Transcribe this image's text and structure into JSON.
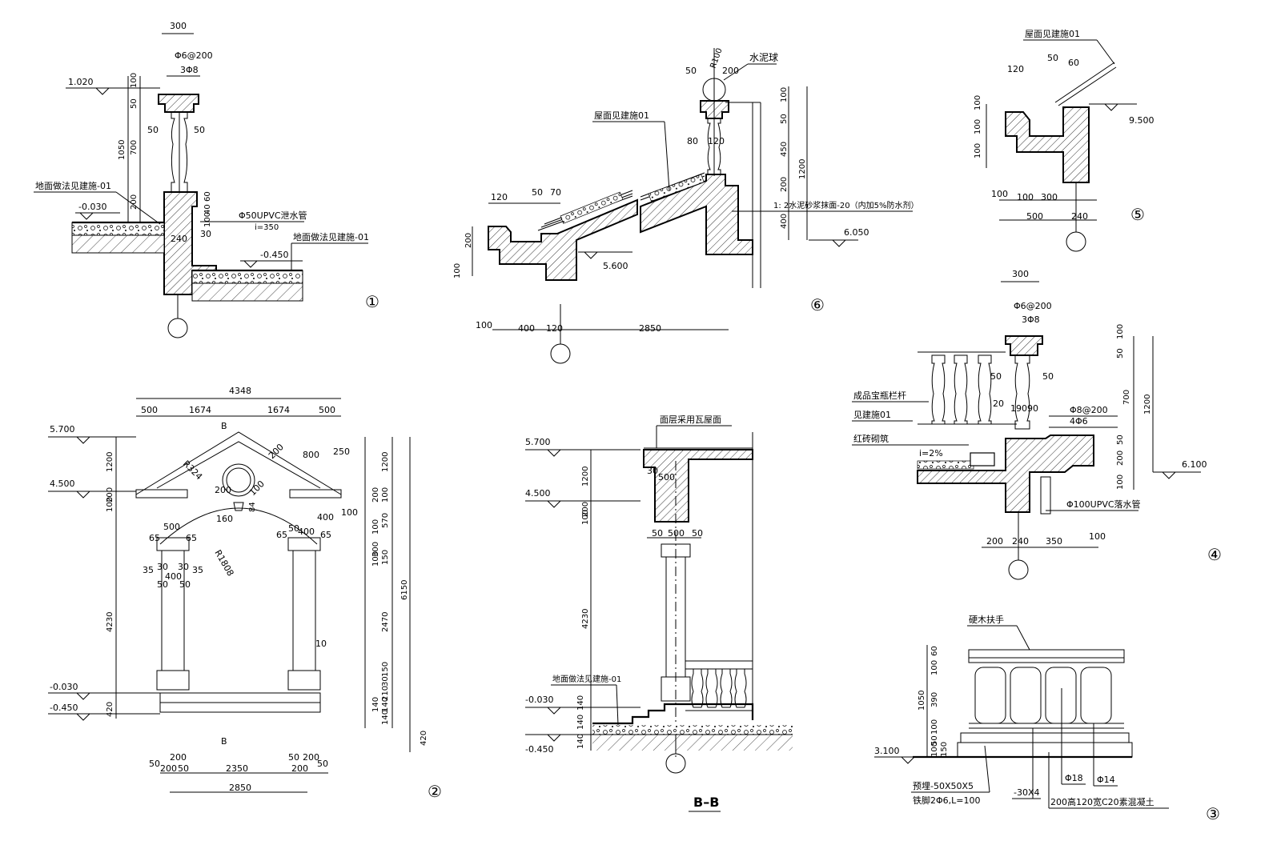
{
  "detail1": {
    "dims": [
      "300",
      "Φ6@200",
      "3Φ8",
      "100",
      "50",
      "1050",
      "700",
      "50",
      "200",
      "50",
      "200",
      "60",
      "40",
      "100",
      "240",
      "30"
    ],
    "elev_top": "1.020",
    "elev_ground": "-0.030",
    "elev_low": "-0.450",
    "note_floor_left": "地面做法见建施-01",
    "note_pipe": "Φ50UPVC泄水管",
    "note_slope": "i=350",
    "note_floor_right": "地面做法见建施-01",
    "index": "①"
  },
  "detail6": {
    "dims_top": [
      "120",
      "50",
      "70"
    ],
    "dims_left": [
      "200",
      "100"
    ],
    "dims_bottom": [
      "100",
      "400",
      "120",
      "2850"
    ],
    "dims_right": [
      "100",
      "50",
      "450",
      "1200",
      "200",
      "400"
    ],
    "dims_ball": [
      "R100",
      "50",
      "200",
      "80",
      "120"
    ],
    "note_ball": "水泥球",
    "note_roof": "屋面见建施01",
    "note_mortar": "1: 2水泥砂浆抹面-20（内加5%防水剂）",
    "elev_eave": "5.600",
    "elev_right": "6.050",
    "index": "⑥"
  },
  "detail5": {
    "note_roof": "屋面见建施01",
    "dims_top": [
      "120",
      "50",
      "60"
    ],
    "dims_left": [
      "100",
      "100",
      "100"
    ],
    "dims_bottom": [
      "100",
      "100",
      "300",
      "500",
      "240"
    ],
    "elev": "9.500",
    "index": "⑤"
  },
  "detail4": {
    "dims_top": [
      "300",
      "Φ6@200",
      "3Φ8"
    ],
    "dims_baluster": [
      "50",
      "20",
      "190",
      "90",
      "50"
    ],
    "rebar1": "Φ8@200",
    "rebar2": "4Φ6",
    "note_baluster": "成品宝瓶栏杆",
    "note_ref": "见建施01",
    "note_brick": "红砖砌筑",
    "note_slope": "i=2%",
    "note_pipe": "Φ100UPVC落水管",
    "dims_right": [
      "100",
      "50",
      "700",
      "1200",
      "50",
      "200",
      "100"
    ],
    "dims_bottom": [
      "200",
      "240",
      "350",
      "100"
    ],
    "elev": "6.100",
    "index": "④"
  },
  "detail2": {
    "dims_top": [
      "4348",
      "500",
      "1674",
      "1674",
      "500"
    ],
    "labels_gable": [
      "R324",
      "200",
      "800",
      "250",
      "200",
      "100",
      "84",
      "160",
      "400",
      "100",
      "500",
      "65",
      "65",
      "65",
      "50",
      "400",
      "65",
      "R1808",
      "35",
      "30",
      "30",
      "35",
      "400",
      "50",
      "50",
      "10"
    ],
    "dims_left": [
      "1200",
      "200",
      "100",
      "4230",
      "420"
    ],
    "dims_right": [
      "1200",
      "200",
      "100",
      "570",
      "100",
      "300",
      "150",
      "100",
      "2470",
      "150",
      "30",
      "210",
      "140",
      "140",
      "140",
      "6150",
      "420"
    ],
    "dims_bottom": [
      "50",
      "200",
      "200",
      "50",
      "2350",
      "50",
      "200",
      "200",
      "50",
      "2850"
    ],
    "section_mark": "B",
    "elevs": [
      "5.700",
      "4.500",
      "-0.030",
      "-0.450"
    ],
    "index": "②"
  },
  "sectionBB": {
    "note_roof": "面层采用瓦屋面",
    "elevs": [
      "5.700",
      "4.500",
      "-0.030",
      "-0.450"
    ],
    "dims_left": [
      "1200",
      "200",
      "100",
      "4230",
      "140",
      "140",
      "140"
    ],
    "dims_col": [
      "30",
      "500",
      "50",
      "500",
      "50"
    ],
    "note_floor": "地面做法见建施-01",
    "title": "B–B"
  },
  "detail3": {
    "note_handrail": "硬木扶手",
    "dims_left": [
      "60",
      "100",
      "390",
      "1050",
      "100",
      "50",
      "100",
      "150"
    ],
    "elev": "3.100",
    "note_embed": "预埋-50X50X5",
    "note_iron": "铁脚2Φ6,L=100",
    "note_flat": "-30X4",
    "note_bar1": "Φ18",
    "note_bar2": "Φ14",
    "note_base": "200高120宽C20素混凝土",
    "index": "③"
  }
}
